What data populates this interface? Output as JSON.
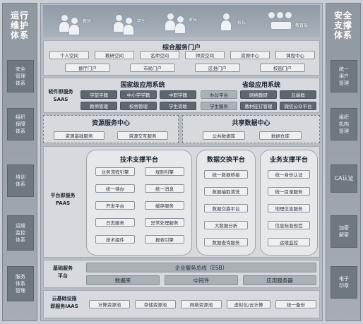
{
  "left_column": {
    "title": "运行\n维护\n体系",
    "items": [
      "安全\n管理\n体系",
      "组织\n保障\n体系",
      "培训\n体系",
      "运维\n监控\n体系",
      "服务\n体系\n管理"
    ]
  },
  "right_column": {
    "title": "安全\n支撑\n体系",
    "items": [
      "统一\n用户\n管理",
      "组织\n机构\n管理",
      "CA认证",
      "加密\n解密",
      "电子\n印章"
    ]
  },
  "users": [
    "教师",
    "学生",
    "家长",
    "校长",
    "教育局"
  ],
  "portal": {
    "title": "综合服务门户",
    "row1": [
      "个人空间",
      "教研空间",
      "名师空间",
      "师资空间",
      "资源中心",
      "课程中心"
    ],
    "row2": [
      "督厅门户",
      "市局门户",
      "区县门户",
      "校园门户"
    ]
  },
  "saas": {
    "label": "软件即服务\nSAAS",
    "national_title": "国家级应用系统",
    "provincial_title": "省级应用系统",
    "row1": [
      "学前学籍",
      "中小学学籍",
      "中职学籍",
      "办公平台",
      "网络教研",
      "云端群"
    ],
    "row2": [
      "教师管理",
      "校舍管理",
      "学生资助",
      "学生服务",
      "教材征订管理",
      "微信公众平台"
    ]
  },
  "resource_center": {
    "title": "资源服务中心",
    "items": [
      "资源基础服务",
      "资源交互服务"
    ]
  },
  "data_center": {
    "title": "共享数据中心",
    "items": [
      "公共数据库",
      "数据仓库"
    ]
  },
  "paas": {
    "label": "平台即服务\nPAAS",
    "tech": {
      "title": "技术支撑平台",
      "items": [
        "业务流程引擎",
        "规则引擎",
        "统一待办",
        "统一消息",
        "开发平台",
        "缓存服务",
        "日志服务",
        "异常处理服务",
        "技术组件",
        "报表引擎"
      ]
    },
    "exchange": {
      "title": "数据交换平台",
      "items": [
        "统一数据桥接",
        "数据抽取清洗",
        "数据交换平台",
        "大数据分析",
        "数据查询服务"
      ]
    },
    "business": {
      "title": "业务支撑平台",
      "items": [
        "统一身份认证",
        "统一目录服务",
        "地理信息服务",
        "信息标准规范",
        "运维监控"
      ]
    }
  },
  "infra": {
    "label": "基础服务\n平台",
    "esb": "企业服务总线（ESB）",
    "items": [
      "数据库",
      "中间件",
      "应用服务器"
    ]
  },
  "iaas": {
    "label": "云基础设施\n即服务IAAS",
    "items": [
      "计算资源池",
      "存储资源池",
      "网络资源池",
      "虚拟化/云计算",
      "统一备份"
    ]
  },
  "colors": {
    "background": "#c9ced5",
    "dark_box": "#5e676f",
    "panel": "#d6dade"
  }
}
